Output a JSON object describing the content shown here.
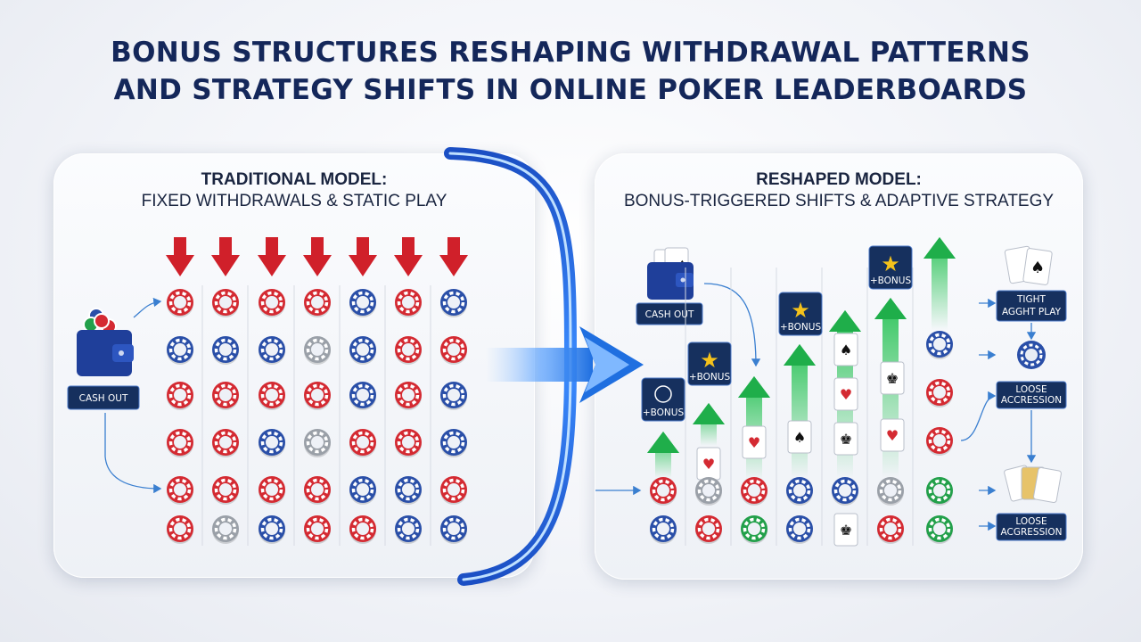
{
  "title": {
    "line1": "BONUS STRUCTURES RESHAPING WITHDRAWAL PATTERNS",
    "line2": "AND STRATEGY SHIFTS IN ONLINE POKER LEADERBOARDS"
  },
  "left_panel": {
    "heading": "TRADITIONAL MODEL:",
    "subheading": "FIXED WITHDRAWALS & STATIC PLAY",
    "cash_out_label": "CASH OUT",
    "chip_grid": [
      [
        "red",
        "red",
        "red",
        "red",
        "blue",
        "red",
        "blue"
      ],
      [
        "blue",
        "blue",
        "blue",
        "gray",
        "blue",
        "red",
        "red"
      ],
      [
        "red",
        "red",
        "red",
        "red",
        "blue",
        "red",
        "blue"
      ],
      [
        "red",
        "red",
        "blue",
        "gray",
        "red",
        "red",
        "blue"
      ],
      [
        "red",
        "red",
        "red",
        "red",
        "blue",
        "blue",
        "red"
      ],
      [
        "red",
        "gray",
        "blue",
        "red",
        "red",
        "blue",
        "blue"
      ]
    ],
    "arrow_color": "#d0202a"
  },
  "right_panel": {
    "heading": "RESHAPED MODEL:",
    "subheading": "BONUS-TRIGGERED SHIFTS & ADAPTIVE STRATEGY",
    "cash_out_label": "CASH OUT",
    "bonus_label": "+BONUS",
    "labels": [
      "TIGHT",
      "AGGHT PLAY",
      "LOOSE",
      "ACCRESSION",
      "LOOSE",
      "ACGRESSION"
    ],
    "chip_bottom_rows": [
      [
        "red",
        "gray",
        "red",
        "blue",
        "blue",
        "gray",
        "green"
      ],
      [
        "blue",
        "red",
        "green",
        "blue",
        "red",
        "red",
        "green"
      ]
    ],
    "arrow_color": "#1fae4a"
  },
  "colors": {
    "title": "#14275a",
    "chip_red": "#d42a32",
    "chip_blue": "#2a4fa8",
    "chip_gray": "#9aa0a8",
    "chip_green": "#22a04a",
    "badge_bg": "#16305e",
    "accent_blue": "#1f6fe0"
  },
  "icons": [
    "wallet-icon",
    "star-icon",
    "playing-card-icon",
    "down-arrow-icon",
    "up-arrow-icon",
    "curved-arrow-icon"
  ]
}
